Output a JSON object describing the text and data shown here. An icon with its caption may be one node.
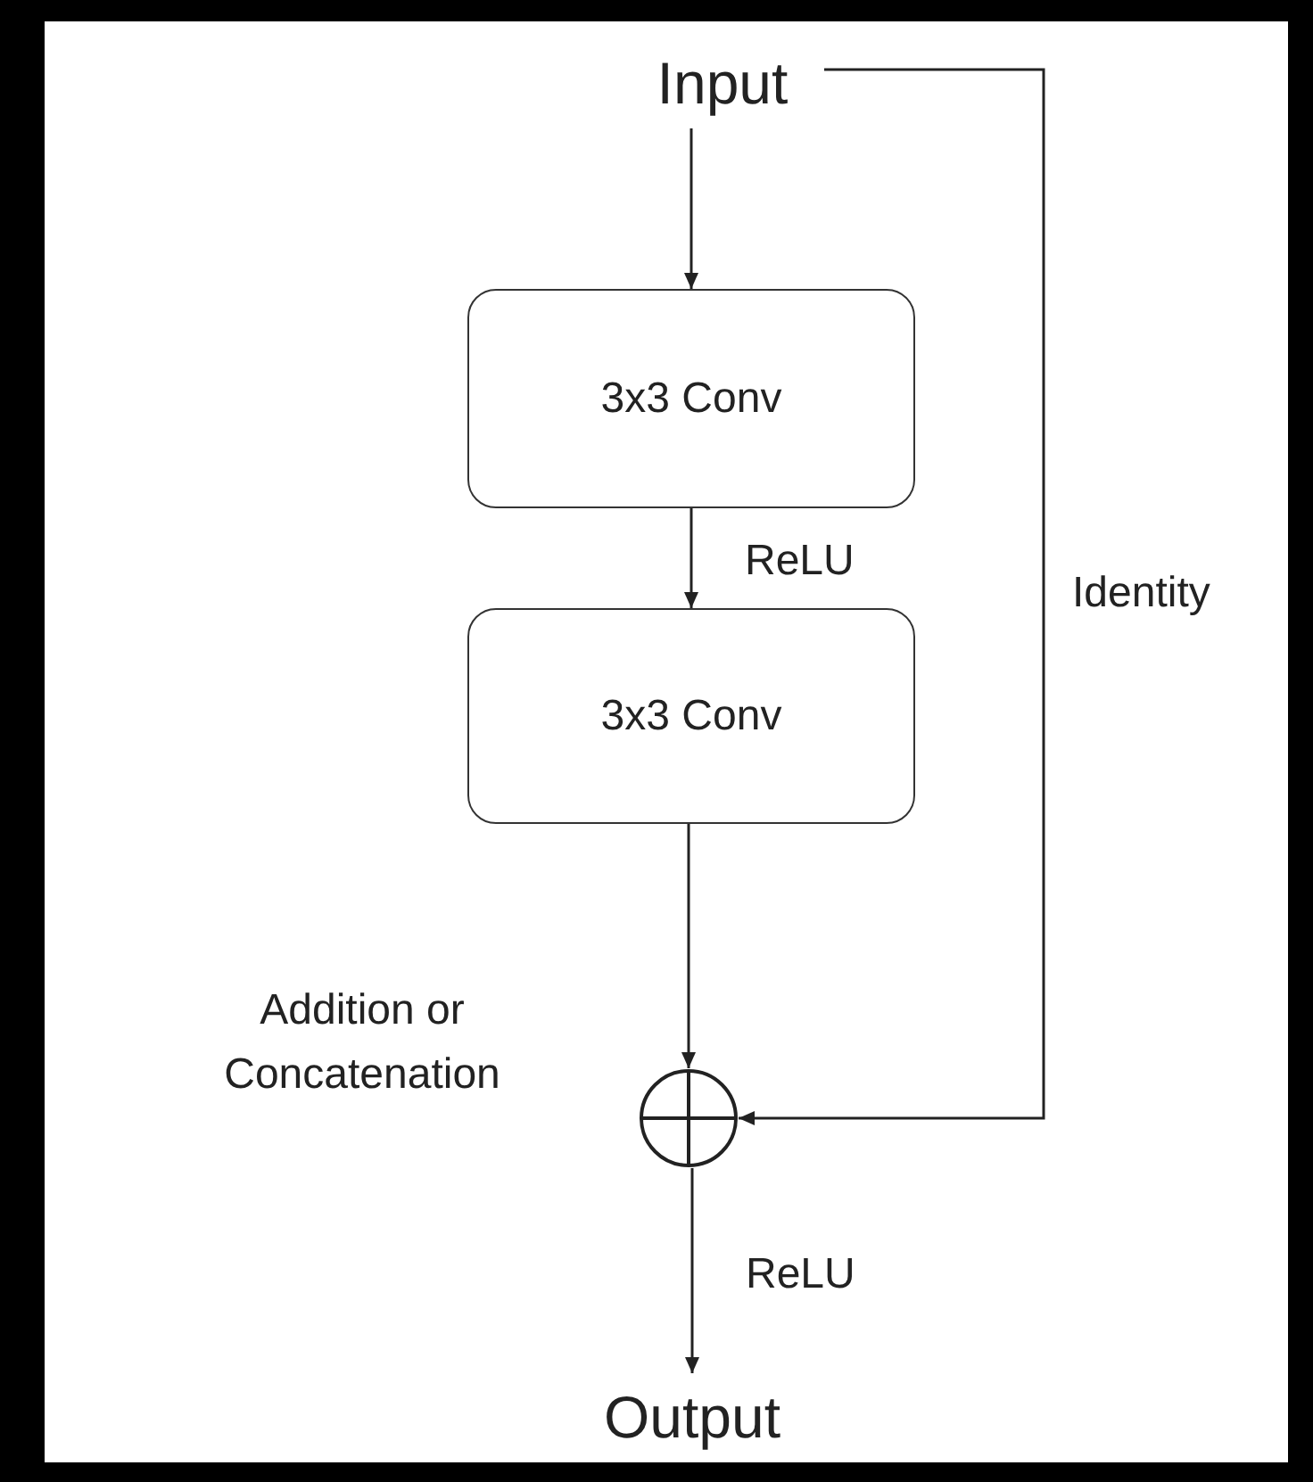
{
  "diagram": {
    "nodes": [
      {
        "text": [
          "Input"
        ]
      },
      {
        "text": [
          "3x3 Conv"
        ]
      },
      {
        "text": [
          "3x3 Conv"
        ]
      },
      {
        "text": [],
        "shape": "circle",
        "beside": [
          "Addition or Concatenation"
        ]
      },
      {
        "text": [
          "Output"
        ]
      }
    ],
    "edges": [
      {
        "from": 0,
        "to": 1,
        "arrow": "to"
      },
      {
        "from": 1,
        "to": 2,
        "arrow": "to",
        "label": "ReLU"
      },
      {
        "from": 2,
        "to": 3,
        "arrow": "to"
      },
      {
        "from": 0,
        "to": 3,
        "arrow": "to",
        "label": "Identity"
      },
      {
        "from": 3,
        "to": 4,
        "arrow": "to",
        "label": "ReLU"
      }
    ]
  }
}
